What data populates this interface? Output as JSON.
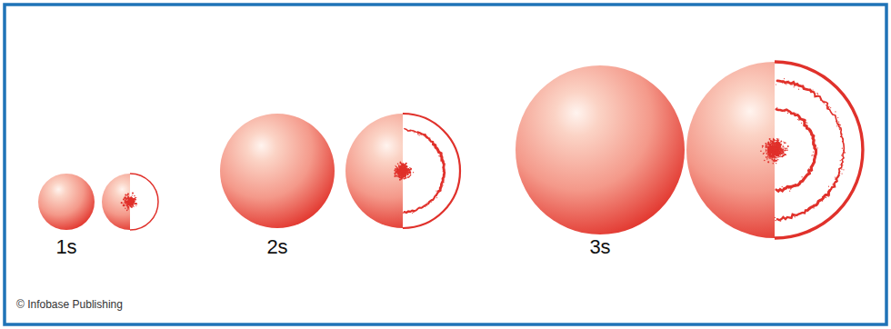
{
  "diagram": {
    "labels": [
      "1s",
      "2s",
      "3s",
      "© Infobase Publishing"
    ]
  }
}
